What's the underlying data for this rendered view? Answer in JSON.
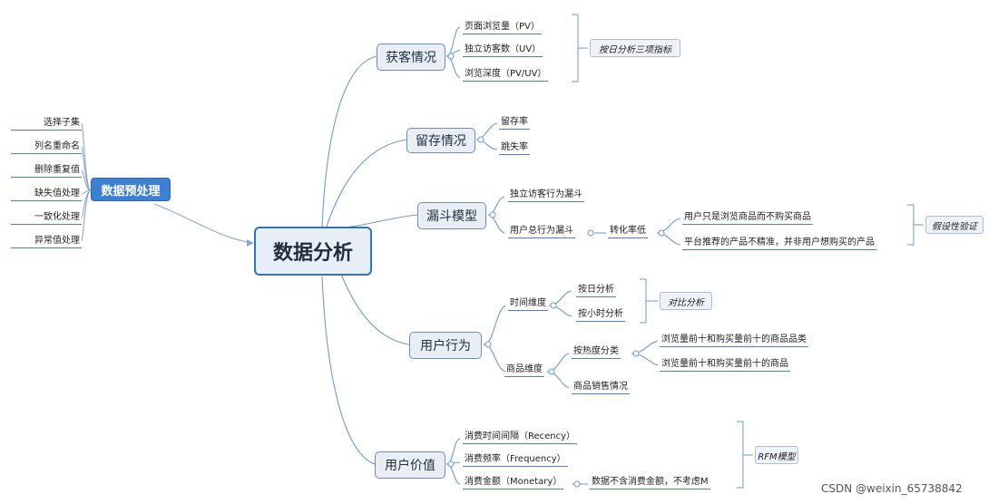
{
  "root": "数据分析",
  "preprocessing": {
    "label": "数据预处理",
    "items": [
      "选择子集",
      "列名重命名",
      "删除重复值",
      "缺失值处理",
      "一致化处理",
      "异常值处理"
    ]
  },
  "acquisition": {
    "label": "获客情况",
    "items": [
      "页面浏览量（PV）",
      "独立访客数（UV）",
      "浏览深度（PV/UV）"
    ],
    "note": "按日分析三项指标"
  },
  "retention": {
    "label": "留存情况",
    "items": [
      "留存率",
      "跳失率"
    ]
  },
  "funnel": {
    "label": "漏斗模型",
    "items": [
      "独立访客行为漏斗",
      "用户总行为漏斗"
    ],
    "conversion": "转化率低",
    "reasons": [
      "用户只是浏览商品而不购买商品",
      "平台推荐的产品不精准，并非用户想购买的产品"
    ],
    "note": "假设性验证"
  },
  "behavior": {
    "label": "用户行为",
    "time_dim": "时间维度",
    "time_items": [
      "按日分析",
      "按小时分析"
    ],
    "time_note": "对比分析",
    "product_dim": "商品维度",
    "product_sub": "按热度分类",
    "product_sub_items": [
      "浏览量前十和购买量前十的商品品类",
      "浏览量前十和购买量前十的商品"
    ],
    "product_sales": "商品销售情况"
  },
  "value": {
    "label": "用户价值",
    "items": [
      "消费时间间隔（Recency）",
      "消费频率（Frequency）",
      "消费金额（Monetary）"
    ],
    "monetary_note": "数据不含消费金额，不考虑M",
    "note": "RFM模型"
  },
  "watermark": "CSDN @weixin_65738842"
}
